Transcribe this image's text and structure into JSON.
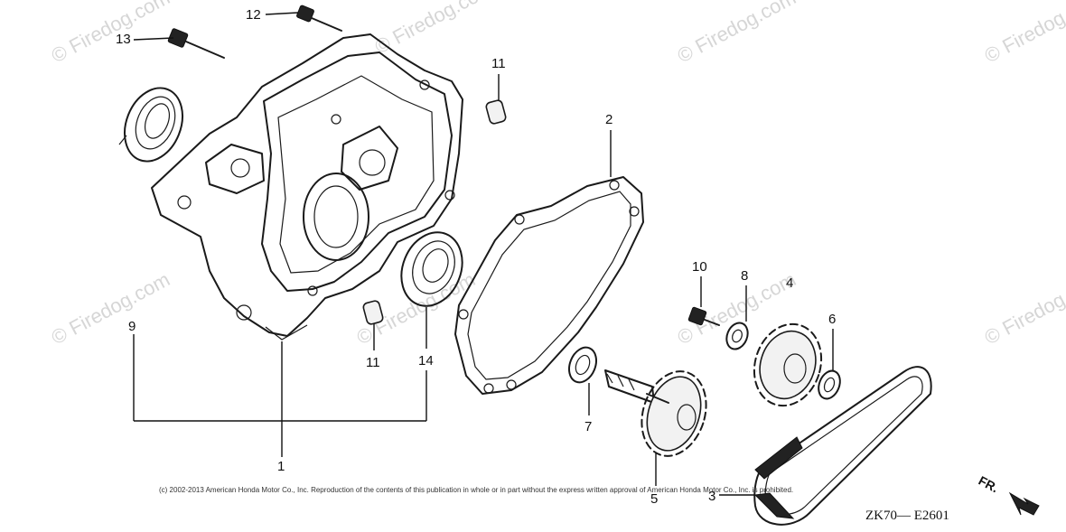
{
  "watermarks": [
    "© Firedog.com",
    "© Firedog.com",
    "© Firedog.com",
    "© Firedog.com",
    "© Firedog.com",
    "© Firedog.com",
    "© Firedog.com",
    "© Firedog.com"
  ],
  "callouts": {
    "p1": "1",
    "p2": "2",
    "p3": "3",
    "p4": "4",
    "p5": "5",
    "p6": "6",
    "p7": "7",
    "p8": "8",
    "p9": "9",
    "p10": "10",
    "p11a": "11",
    "p11b": "11",
    "p12": "12",
    "p13": "13",
    "p14": "14"
  },
  "copyright": "(c) 2002-2013 American Honda Motor Co., Inc. Reproduction of the contents of this publication in whole or in part without the express written approval of American Honda Motor Co., Inc. is prohibited.",
  "diagram_code": "ZK70— E2601",
  "front_indicator": "FR."
}
